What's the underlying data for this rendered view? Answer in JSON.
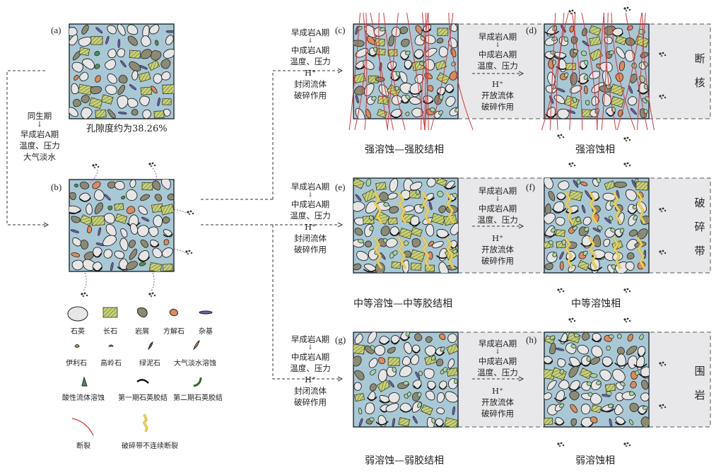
{
  "panels": {
    "a": {
      "letter": "(a)",
      "caption": "孔隙度约为38.26%"
    },
    "b": {
      "letter": "(b)"
    },
    "c": {
      "letter": "(c)"
    },
    "d": {
      "letter": "(d)"
    },
    "e": {
      "letter": "(e)"
    },
    "f": {
      "letter": "(f)"
    },
    "g": {
      "letter": "(g)"
    },
    "h": {
      "letter": "(h)"
    }
  },
  "left_process": [
    "同生期",
    "↓",
    "早成岩A期",
    "温度、压力",
    "大气淡水"
  ],
  "closed_process": [
    "早成岩A期",
    "↓",
    "中成岩A期",
    "温度、压力",
    "H⁺",
    "封闭流体",
    "破碎作用"
  ],
  "open_process": [
    "早成岩A期",
    "↓",
    "中成岩A期",
    "温度、压力",
    "H⁺",
    "开放流体",
    "破碎作用"
  ],
  "row_captions": {
    "strong_left": "强溶蚀—强胶结相",
    "strong_right": "强溶蚀相",
    "medium_left": "中等溶蚀—中等胶结相",
    "medium_right": "中等溶蚀相",
    "weak_left": "弱溶蚀—弱胶结相",
    "weak_right": "弱溶蚀相"
  },
  "zones": {
    "fault_core": [
      "断",
      "核"
    ],
    "breccia_zone": [
      "破",
      "碎",
      "带"
    ],
    "host_rock": [
      "围",
      "岩"
    ]
  },
  "legend": [
    {
      "label": "石英",
      "icon": "quartz-grain"
    },
    {
      "label": "长石",
      "icon": "feldspar-grain"
    },
    {
      "label": "岩屑",
      "icon": "rock-fragment"
    },
    {
      "label": "方解石",
      "icon": "calcite"
    },
    {
      "label": "杂基",
      "icon": "matrix"
    },
    {
      "label": "伊利石",
      "icon": "illite"
    },
    {
      "label": "高岭石",
      "icon": "kaolinite"
    },
    {
      "label": "绿泥石",
      "icon": "chlorite"
    },
    {
      "label": "大气淡水溶蚀",
      "icon": "meteoric-dissolution"
    },
    {
      "label": "酸性流体溶蚀",
      "icon": "acid-fluid-dissolution"
    },
    {
      "label": "第一期石英胶结",
      "icon": "quartz-cement-stage-1"
    },
    {
      "label": "第二期石英胶结",
      "icon": "quartz-cement-stage-2"
    },
    {
      "label": "断裂",
      "icon": "fracture"
    },
    {
      "label": "破碎带不连续断裂",
      "icon": "discontinuous-fracture"
    }
  ],
  "colors": {
    "pore_water": "#a9c8d6",
    "quartz": "#e6e6e6",
    "feldspar": "#c8d27a",
    "rock_fragment": "#8c8a72",
    "calcite": "#e08a5a",
    "chlorite": "#4e8f56",
    "acid_dissolution": "#a6d4a0",
    "fracture": "#d8353a",
    "gray_zone": "#e8e8ea",
    "breccia_fracture": "#f1d85a"
  }
}
